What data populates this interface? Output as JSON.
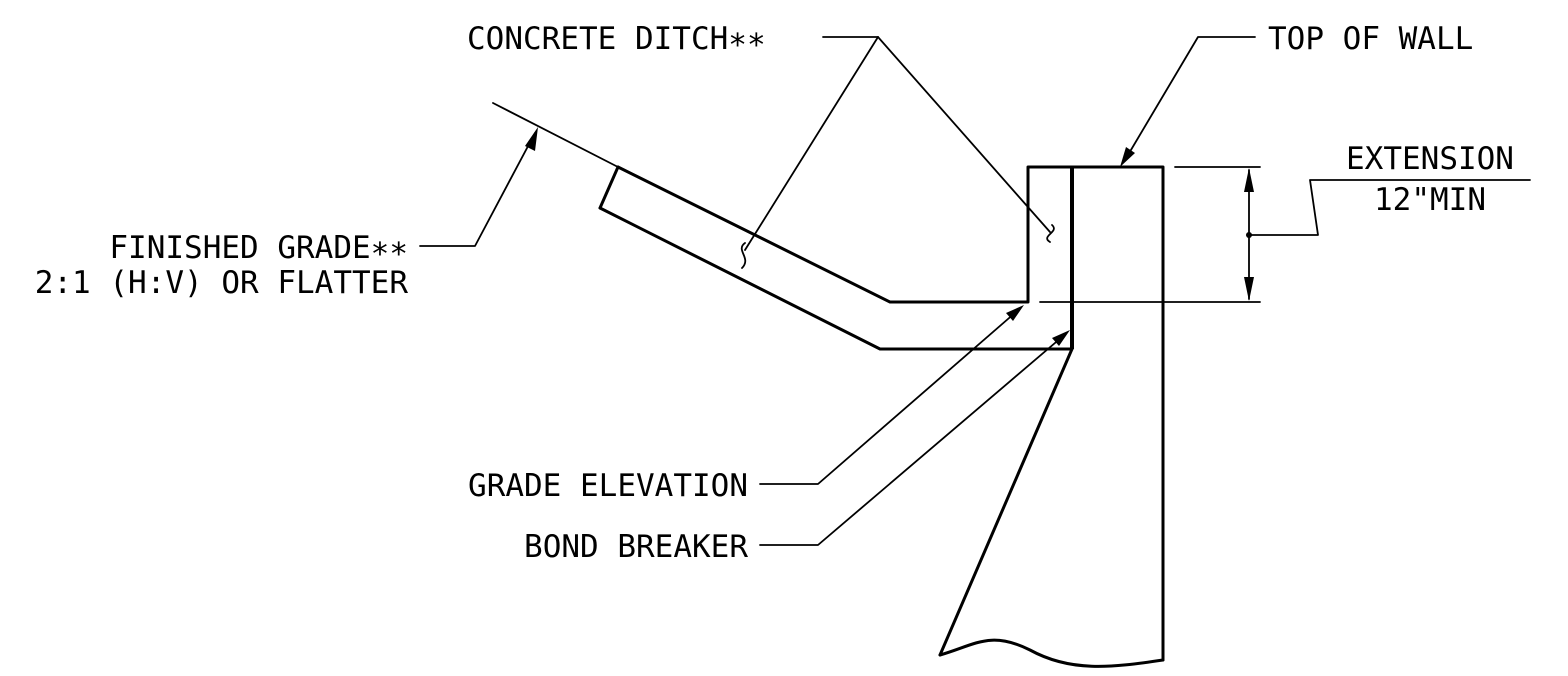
{
  "labels": {
    "concrete_ditch": "CONCRETE DITCH∗∗",
    "top_of_wall": "TOP OF WALL",
    "finished_grade_line1": "FINISHED GRADE∗∗",
    "finished_grade_line2": "2:1 (H:V) OR FLATTER",
    "extension_line1": "EXTENSION",
    "extension_line2": "12\"MIN",
    "grade_elevation": "GRADE ELEVATION",
    "bond_breaker": "BOND BREAKER"
  },
  "colors": {
    "ink": "#000000",
    "background": "#ffffff"
  }
}
